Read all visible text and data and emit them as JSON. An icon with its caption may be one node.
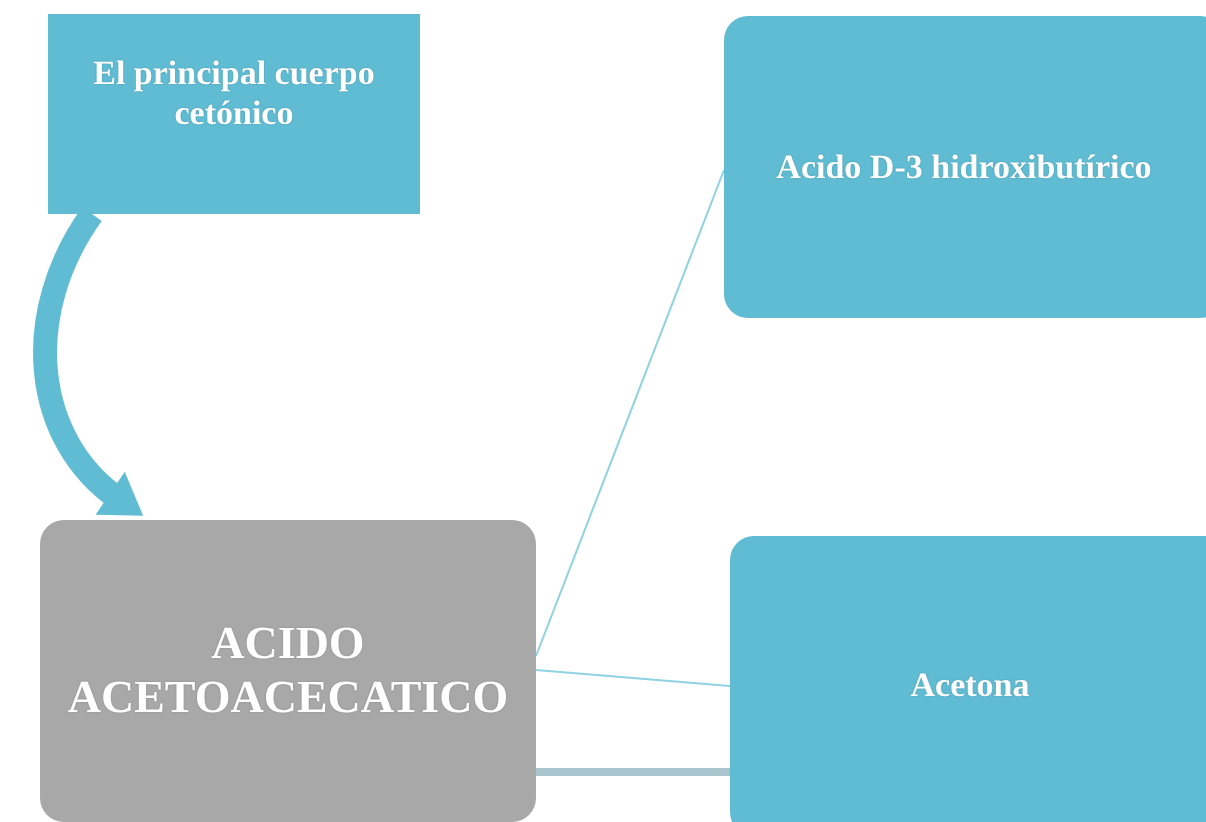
{
  "diagram": {
    "nodes": [
      {
        "text": [
          "El principal cuerpo cetónico"
        ]
      },
      {
        "text": [
          "ACIDO ACETOACECATICO"
        ]
      },
      {
        "text": [
          "Acido D-3 hidroxibutírico"
        ]
      },
      {
        "text": [
          "Acetona"
        ]
      }
    ],
    "edges": [
      {
        "from": 0,
        "to": 1,
        "arrow": "to",
        "style": "thick"
      },
      {
        "from": 1,
        "to": 2,
        "arrow": "none"
      },
      {
        "from": 1,
        "to": 3,
        "arrow": "none"
      },
      {
        "from": 1,
        "to": 3,
        "arrow": "none",
        "style": "thick",
        "color": "#a9c4cc"
      }
    ]
  }
}
